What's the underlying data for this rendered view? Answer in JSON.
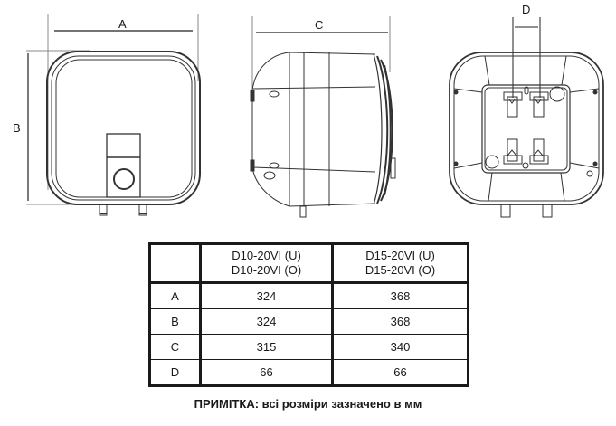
{
  "figures": {
    "front_view": {
      "dimension_width_label": "A",
      "dimension_height_label": "B"
    },
    "side_view": {
      "dimension_depth_label": "C"
    },
    "back_view": {
      "dimension_pipe_spacing_label": "D"
    }
  },
  "table": {
    "header": {
      "corner": "",
      "columns": [
        {
          "line1": "D10-20VI (U)",
          "line2": "D10-20VI (O)"
        },
        {
          "line1": "D15-20VI (U)",
          "line2": "D15-20VI (O)"
        }
      ]
    },
    "rows": [
      {
        "label": "A",
        "values": [
          "324",
          "368"
        ]
      },
      {
        "label": "B",
        "values": [
          "324",
          "368"
        ]
      },
      {
        "label": "C",
        "values": [
          "315",
          "340"
        ]
      },
      {
        "label": "D",
        "values": [
          "66",
          "66"
        ]
      }
    ]
  },
  "note": "ПРИМІТКА: всі розміри зазначено в мм"
}
